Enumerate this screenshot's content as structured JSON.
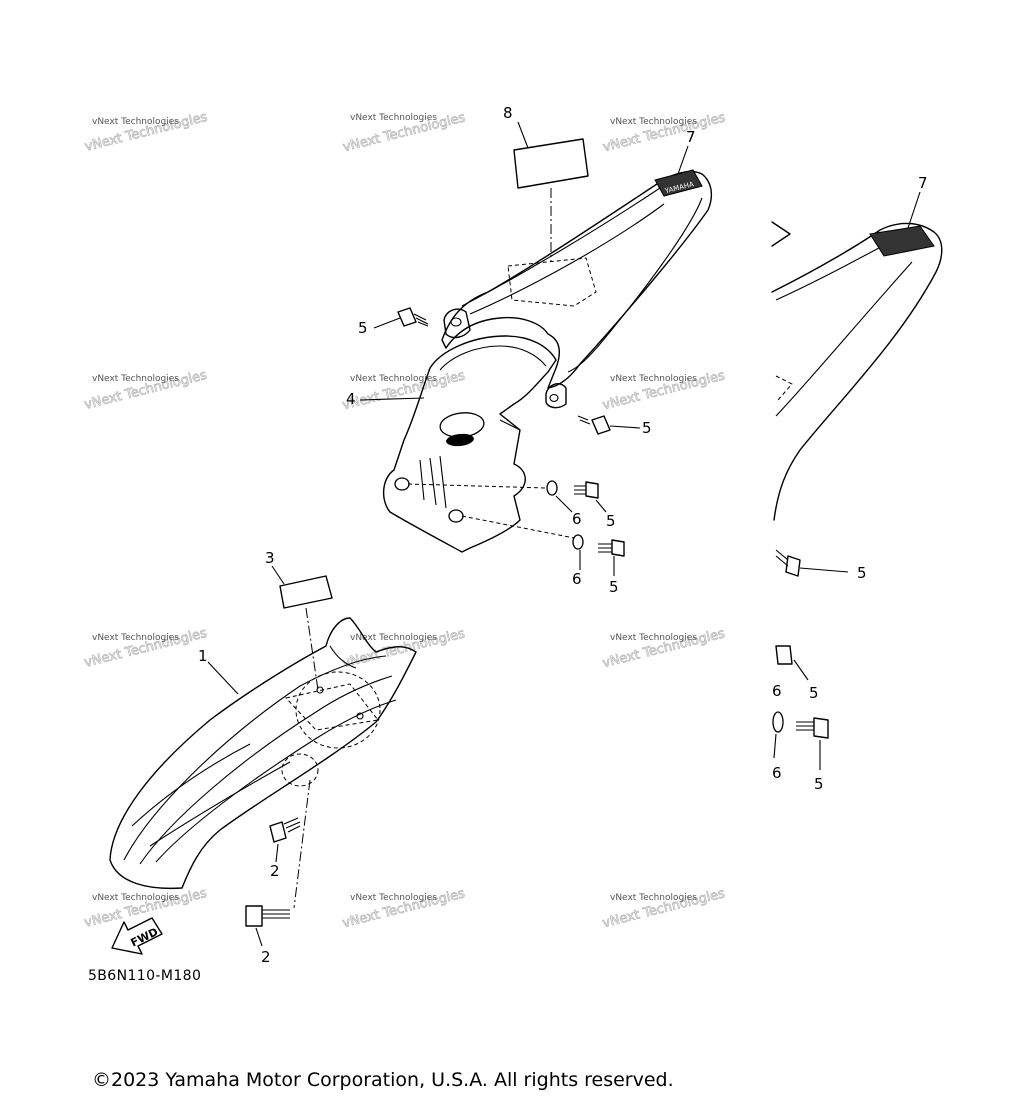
{
  "diagram": {
    "callouts": {
      "part_1": "1",
      "part_2_upper": "2",
      "part_2_lower": "2",
      "part_3": "3",
      "part_4": "4",
      "part_5_left": "5",
      "part_5_right": "5",
      "part_5_mid_upper": "5",
      "part_5_mid_lower": "5",
      "part_5_detail_top": "5",
      "part_5_detail_mid": "5",
      "part_5_detail_bottom": "5",
      "part_6_upper": "6",
      "part_6_lower": "6",
      "part_6_detail_mid": "6",
      "part_6_detail_bottom": "6",
      "part_7_main": "7",
      "part_7_detail": "7",
      "part_8": "8"
    },
    "fwd_label": "FWD",
    "diagram_code": "5B6N110-M180",
    "watermark_text": "vNext Technologies",
    "decal_brand_text": "YAMAHA"
  },
  "footer": {
    "copyright": "©2023 Yamaha Motor Corporation, U.S.A. All rights reserved."
  }
}
